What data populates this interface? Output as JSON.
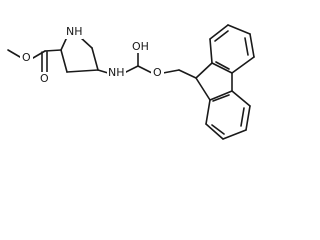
{
  "structure": {
    "atom_labels": {
      "ring_nitrogen": "NH",
      "carbamate_nitrogen": "NH",
      "ester_carbonyl_oxygen": "O",
      "ester_ether_oxygen": "O",
      "carbamate_ether_oxygen": "O",
      "carbamate_hydroxyl": "OH"
    }
  },
  "colors": {
    "bond": "#1a1a1a",
    "label": "#1a1a1a",
    "background": "#ffffff"
  }
}
